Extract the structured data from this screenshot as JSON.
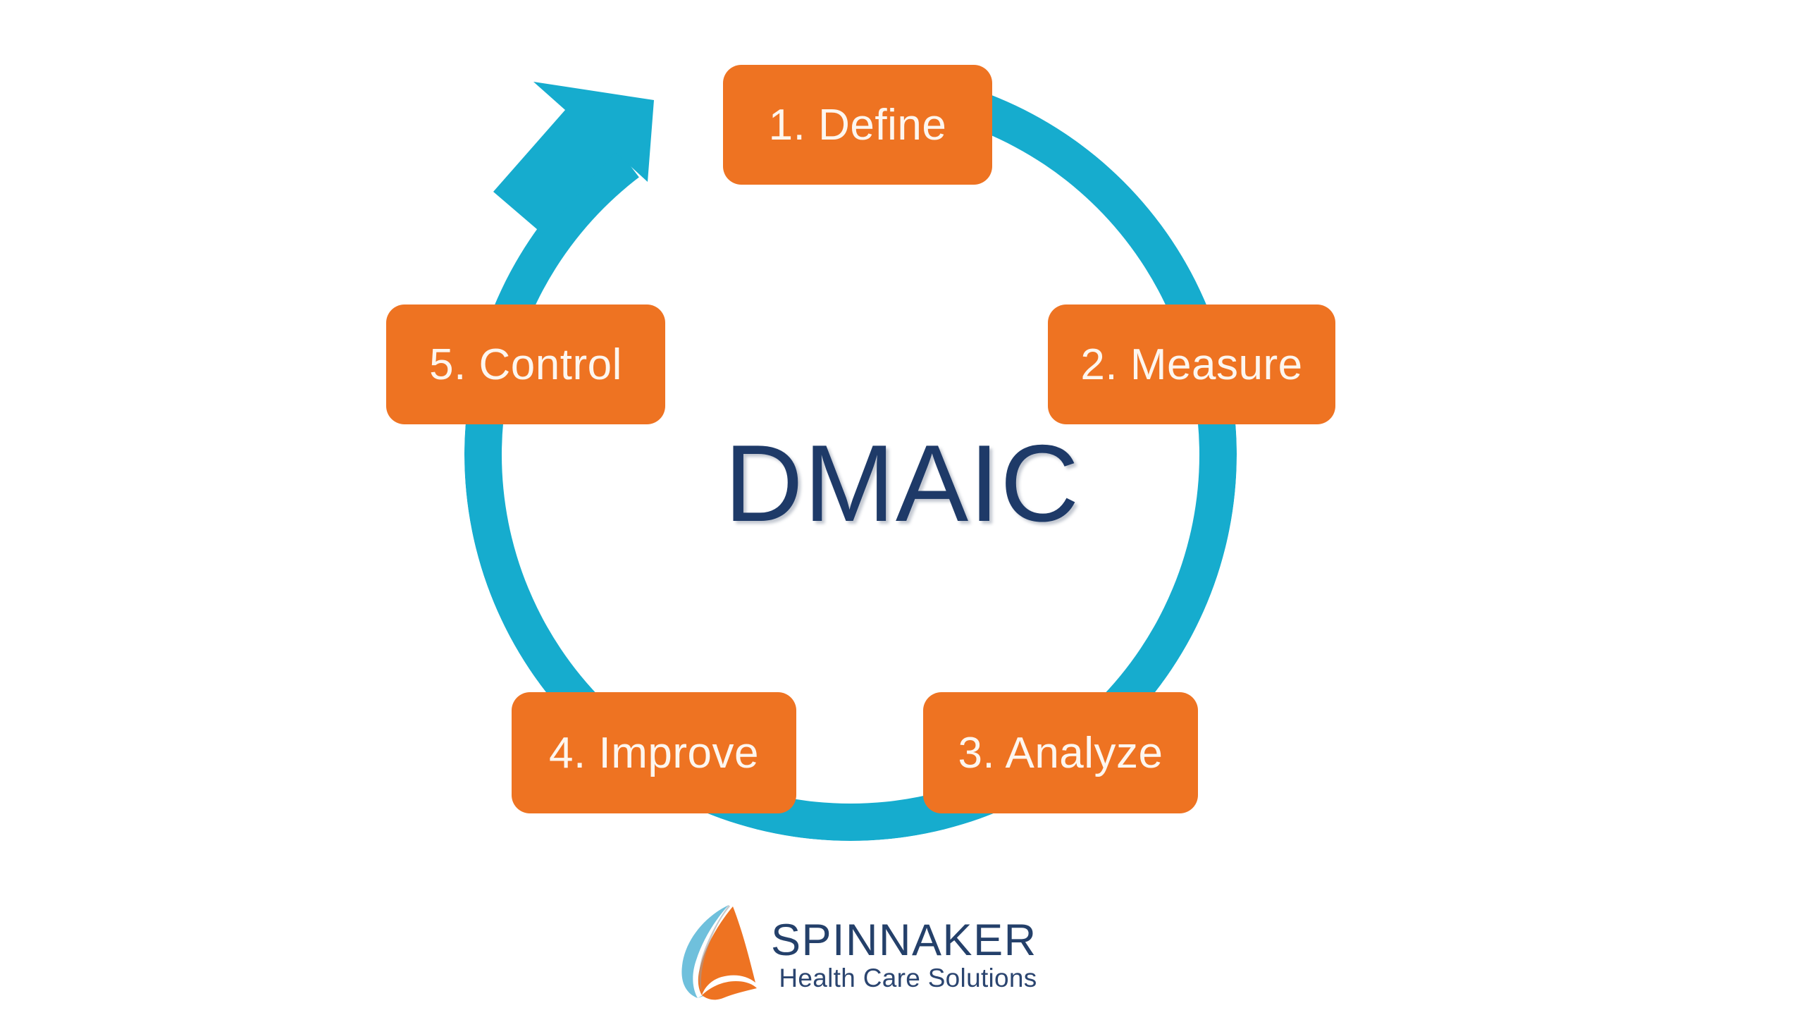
{
  "diagram": {
    "title": "DMAIC",
    "center_label": "DMAIC",
    "ring_color": "#16ACCE",
    "box_color": "#EE7322",
    "box_text_color": "#FDF6EF",
    "center_text_color": "#1E3A68",
    "background_color": "#FFFFFF",
    "arrow_direction": "clockwise",
    "phases": [
      {
        "id": "define",
        "label": "1. Define",
        "number": "1",
        "name": "Define",
        "position": "top"
      },
      {
        "id": "measure",
        "label": "2. Measure",
        "number": "2",
        "name": "Measure",
        "position": "right"
      },
      {
        "id": "analyze",
        "label": "3. Analyze",
        "number": "3",
        "name": "Analyze",
        "position": "bottom-right"
      },
      {
        "id": "improve",
        "label": "4. Improve",
        "number": "4",
        "name": "Improve",
        "position": "bottom-left"
      },
      {
        "id": "control",
        "label": "5. Control",
        "number": "5",
        "name": "Control",
        "position": "left"
      }
    ]
  },
  "logo": {
    "wordmark": "SPINNAKER",
    "tagline": "Health Care Solutions",
    "mark_name": "spinnaker-sail-icon",
    "text_color": "#24406A",
    "mark_blue": "#5BB6D8",
    "mark_orange": "#EE7322"
  },
  "chart_data": {
    "type": "diagram",
    "title": "DMAIC",
    "categories": [
      "1. Define",
      "2. Measure",
      "3. Analyze",
      "4. Improve",
      "5. Control"
    ],
    "values": [
      1,
      2,
      3,
      4,
      5
    ],
    "xlabel": "",
    "ylabel": "",
    "legend": []
  }
}
